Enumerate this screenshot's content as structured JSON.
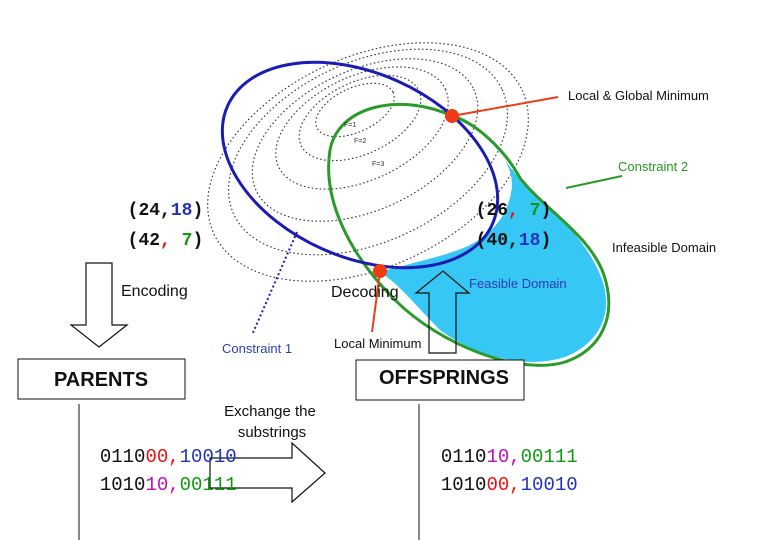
{
  "labels": {
    "local_global_minimum": "Local & Global Minimum",
    "constraint_2": "Constraint 2",
    "infeasible_domain": "Infeasible Domain",
    "feasible_domain": "Feasible Domain",
    "constraint_1": "Constraint 1",
    "local_minimum": "Local Minimum",
    "encoding": "Encoding",
    "decoding": "Decoding",
    "exchange_line1": "Exchange the",
    "exchange_line2": "substrings",
    "contour_f1": "F=1",
    "contour_f2": "F=2",
    "contour_f3": "F=3"
  },
  "boxes": {
    "parents": "PARENTS",
    "offsprings": "OFFSPRINGS"
  },
  "parents_decimal": [
    {
      "open": "(",
      "a": "24",
      "sep": ",",
      "b": "18",
      "close": ")"
    },
    {
      "open": "(",
      "a": "42",
      "sep": ",",
      "b": " 7",
      "close": ")"
    }
  ],
  "offsprings_decimal": [
    {
      "open": "(",
      "a": "26",
      "sep": ",",
      "b": " 7",
      "close": ")"
    },
    {
      "open": "(",
      "a": "40",
      "sep": ",",
      "b": "18",
      "close": ")"
    }
  ],
  "parents_binary": [
    {
      "head": "0110",
      "mid": "00",
      "sep": ",",
      "tail": "10010"
    },
    {
      "head": "1010",
      "mid": "10",
      "sep": ",",
      "tail": "00111"
    }
  ],
  "offsprings_binary": [
    {
      "head": "0110",
      "mid": "10",
      "sep": ",",
      "tail": "00111"
    },
    {
      "head": "1010",
      "mid": "00",
      "sep": ",",
      "tail": "10010"
    }
  ],
  "colors": {
    "constraint_1": "#1c1cb4",
    "constraint_2": "#2a9a2a",
    "feasible_fill": "#37c7f5",
    "minimum_marker": "#f03c14",
    "pointer_line": "#f03c14",
    "label_blue": "#2d3cb4",
    "label_green": "#28961e",
    "digit_red": "#ee1111",
    "digit_magenta": "#bb11bb",
    "digit_blue": "#2233bb",
    "digit_green": "#119911"
  }
}
